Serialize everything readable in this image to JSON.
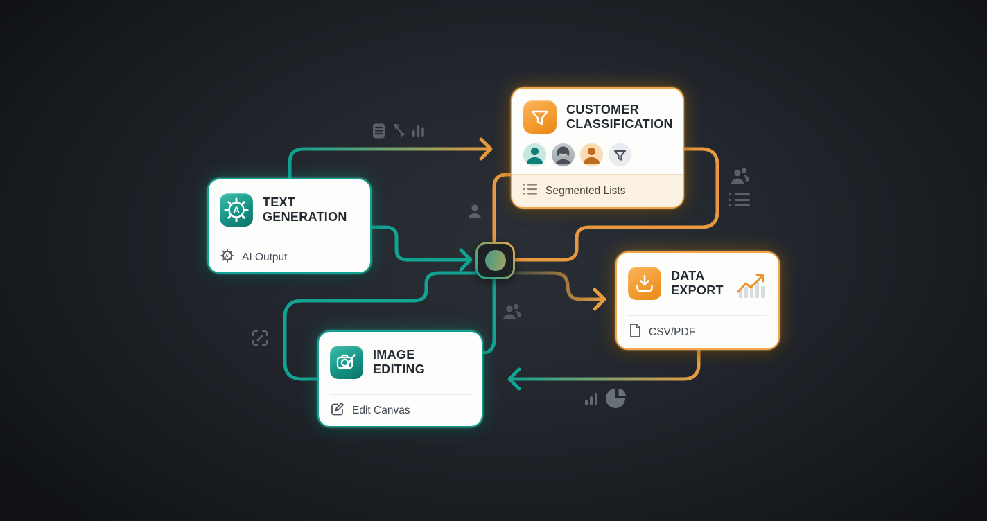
{
  "palette": {
    "teal": "#13a392",
    "orange": "#ee9c40",
    "card_bg": "#fdfdfb",
    "title_text": "#242a32",
    "muted_text": "#414852",
    "gray_icon": "#5b6169",
    "footer_cream": "#fbf2e1",
    "background_dark": "#22262c"
  },
  "hub": {
    "name": "central-hub-node"
  },
  "nodes": {
    "text_generation": {
      "title_line1": "TEXT",
      "title_line2": "GENERATION",
      "footer": "AI Output",
      "accent": "teal",
      "icon": "gear-a-icon",
      "footer_icon": "ai-gear-icon"
    },
    "customer_classification": {
      "title_line1": "CUSTOMER",
      "title_line2": "CLASSIFICATION",
      "footer": "Segmented Lists",
      "accent": "orange",
      "icon": "funnel-icon",
      "footer_icon": "bullet-list-icon",
      "avatars": [
        "teal-person-avatar",
        "gray-woman-avatar",
        "orange-person-avatar",
        "funnel-badge"
      ]
    },
    "data_export": {
      "title_line1": "DATA",
      "title_line2": "EXPORT",
      "footer": "CSV/PDF",
      "accent": "orange",
      "icon": "download-icon",
      "footer_icon": "document-icon",
      "extra_icon": "trend-chart-icon"
    },
    "image_editing": {
      "title_line1": "IMAGE",
      "title_line2": "EDITING",
      "footer": "Edit Canvas",
      "accent": "teal",
      "icon": "camera-brush-icon",
      "footer_icon": "edit-square-icon"
    }
  },
  "decorative_icons": [
    "notes-icon",
    "cursor-icon",
    "bar-chart-icon",
    "person-icon",
    "people-icon-right",
    "bullet-list-icon-right",
    "people-icon-center",
    "bar-chart-ascending-icon",
    "pie-chart-icon",
    "expand-edit-icon"
  ]
}
